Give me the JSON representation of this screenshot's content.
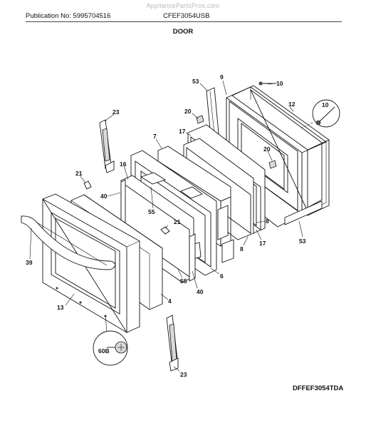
{
  "watermark": "AppliancePartsPros.com",
  "header": {
    "publication": "Publication No: 5995704516",
    "model": "CFEF3054USB"
  },
  "section_title": "DOOR",
  "diagram_code": "DFFEF3054TDA",
  "callouts": {
    "c53_top": "53",
    "c9": "9",
    "c10_top": "10",
    "c12": "12",
    "c10_circle": "10",
    "c20_top": "20",
    "c23_top": "23",
    "c17_top": "17",
    "c7": "7",
    "c20_mid": "20",
    "c21_left": "21",
    "c16": "16",
    "c40_left": "40",
    "c8_right": "8",
    "c55_mid": "55",
    "c21_mid": "21",
    "c8_low": "8",
    "c17_low": "17",
    "c53_low": "53",
    "c39": "39",
    "c6": "6",
    "c55_low": "55",
    "c40_low": "40",
    "c4": "4",
    "c13": "13",
    "c60b": "60B",
    "c23_low": "23"
  }
}
